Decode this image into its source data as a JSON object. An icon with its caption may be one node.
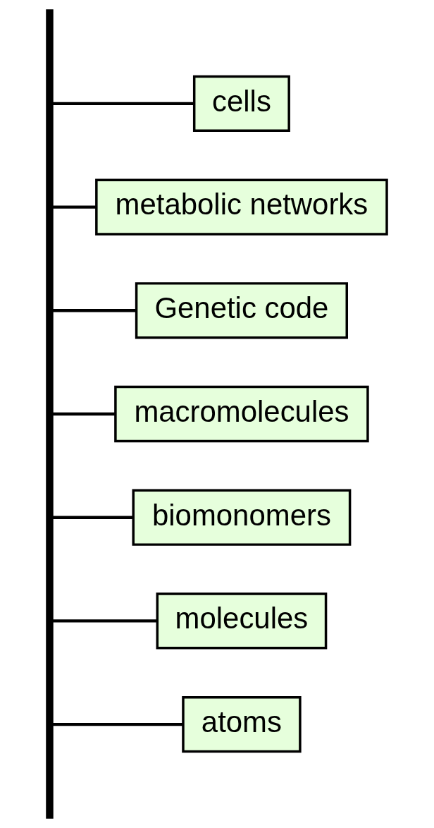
{
  "diagram": {
    "nodes": [
      {
        "text": [],
        "shape": "bar"
      },
      {
        "text": [
          "cells"
        ]
      },
      {
        "text": [
          "metabolic networks"
        ]
      },
      {
        "text": [
          "Genetic code"
        ]
      },
      {
        "text": [
          "macromolecules"
        ]
      },
      {
        "text": [
          "biomonomers"
        ]
      },
      {
        "text": [
          "molecules"
        ]
      },
      {
        "text": [
          "atoms"
        ]
      }
    ],
    "edges": [
      {
        "from": 0,
        "to": 1,
        "arrow": "none"
      },
      {
        "from": 0,
        "to": 2,
        "arrow": "none"
      },
      {
        "from": 0,
        "to": 3,
        "arrow": "none"
      },
      {
        "from": 0,
        "to": 4,
        "arrow": "none"
      },
      {
        "from": 0,
        "to": 5,
        "arrow": "none"
      },
      {
        "from": 0,
        "to": 6,
        "arrow": "none"
      },
      {
        "from": 0,
        "to": 7,
        "arrow": "none"
      }
    ]
  }
}
